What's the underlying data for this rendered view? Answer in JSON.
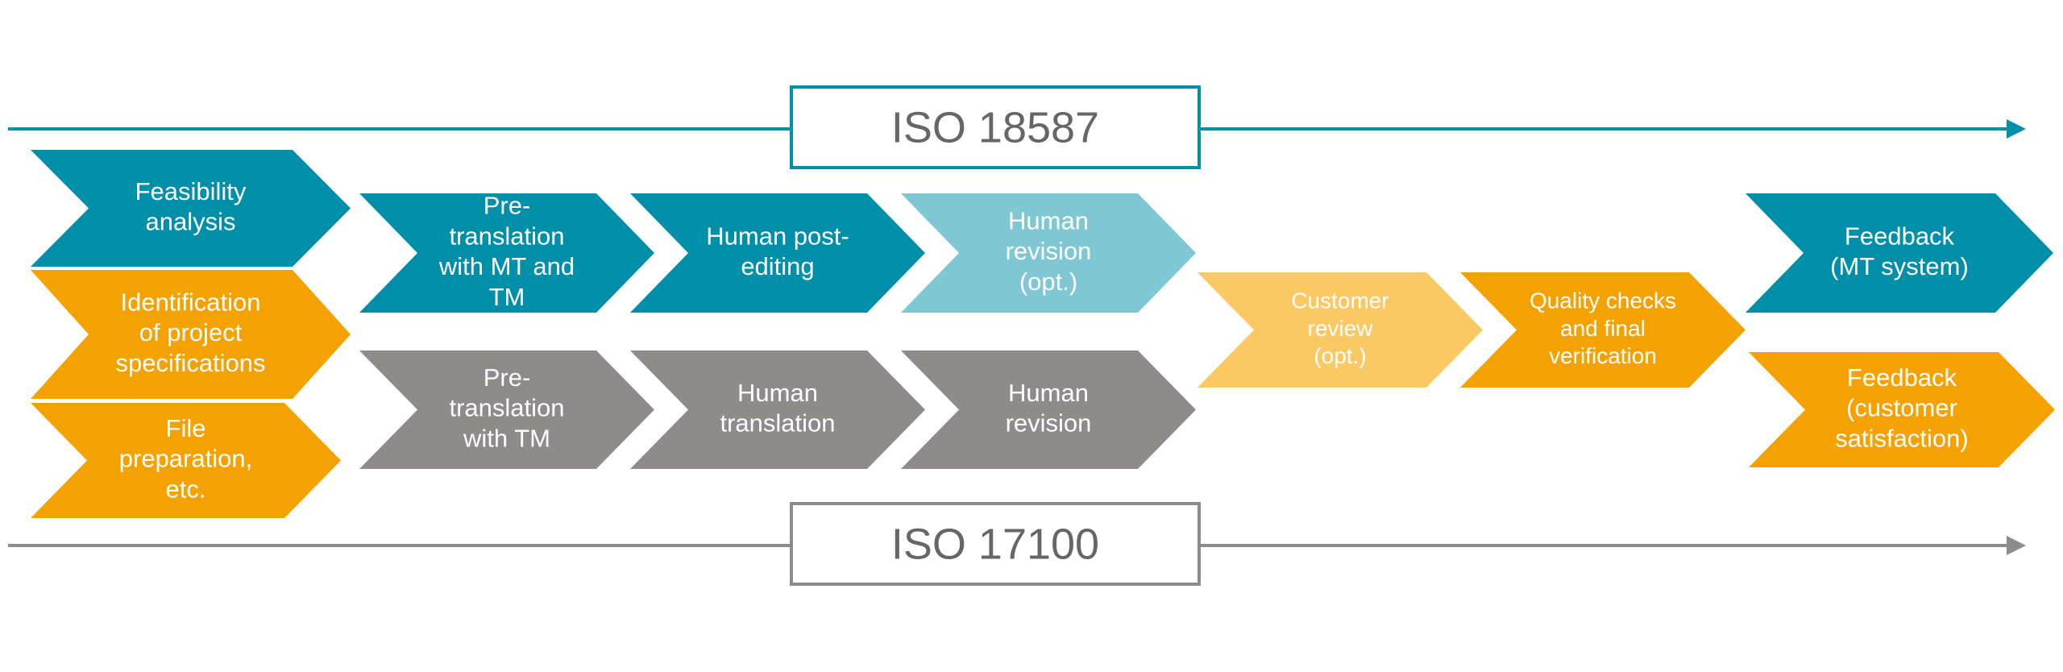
{
  "colors": {
    "teal": "#008FA8",
    "light_teal": "#80C7D4",
    "orange": "#F5A200",
    "light_orange": "#FBC862",
    "gray": "#8F8B8B",
    "line_teal": "#008FA8",
    "line_gray": "#8F8B8B",
    "text_gray": "#666666"
  },
  "standards": {
    "top": {
      "label": "ISO 18587"
    },
    "bottom": {
      "label": "ISO 17100"
    }
  },
  "steps": [
    {
      "id": "feasibility-analysis",
      "color": "teal",
      "lines": [
        "Feasibility",
        "analysis"
      ]
    },
    {
      "id": "identification-project-specs",
      "color": "orange",
      "lines": [
        "Identification",
        "of project",
        "specifications"
      ]
    },
    {
      "id": "file-preparation",
      "color": "orange",
      "lines": [
        "File",
        "preparation,",
        "etc."
      ]
    },
    {
      "id": "pre-translation-mt-tm",
      "color": "teal",
      "lines": [
        "Pre-",
        "translation",
        "with MT and",
        "TM"
      ]
    },
    {
      "id": "human-post-editing",
      "color": "teal",
      "lines": [
        "Human post-",
        "editing"
      ]
    },
    {
      "id": "human-revision-opt",
      "color": "light_teal",
      "lines": [
        "Human",
        "revision",
        "(opt.)"
      ]
    },
    {
      "id": "pre-translation-tm",
      "color": "gray",
      "lines": [
        "Pre-",
        "translation",
        "with TM"
      ]
    },
    {
      "id": "human-translation",
      "color": "gray",
      "lines": [
        "Human",
        "translation"
      ]
    },
    {
      "id": "human-revision",
      "color": "gray",
      "lines": [
        "Human",
        "revision"
      ]
    },
    {
      "id": "customer-review-opt",
      "color": "light_orange",
      "lines": [
        "Customer",
        "review",
        "(opt.)"
      ]
    },
    {
      "id": "quality-checks",
      "color": "orange",
      "lines": [
        "Quality checks",
        "and final",
        "verification"
      ]
    },
    {
      "id": "feedback-mt-system",
      "color": "teal",
      "lines": [
        "Feedback",
        "(MT system)"
      ]
    },
    {
      "id": "feedback-customer",
      "color": "orange",
      "lines": [
        "Feedback",
        "(customer",
        "satisfaction)"
      ]
    }
  ]
}
